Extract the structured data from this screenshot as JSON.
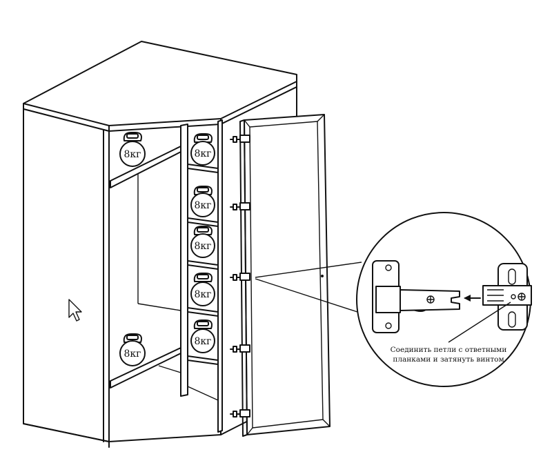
{
  "colors": {
    "line": "#111111",
    "background": "#ffffff"
  },
  "weights": {
    "top_left": "8кг",
    "bottom_left": "8кг",
    "shelf_1": "8кг",
    "shelf_2": "8кг",
    "shelf_3": "8кг",
    "shelf_4": "8кг",
    "shelf_5": "8кг"
  },
  "callout": {
    "line1": "Соединить петли с ответными",
    "line2": "планками и затянуть винтом"
  },
  "icons": {
    "pointer": "cursor-arrow-icon"
  }
}
